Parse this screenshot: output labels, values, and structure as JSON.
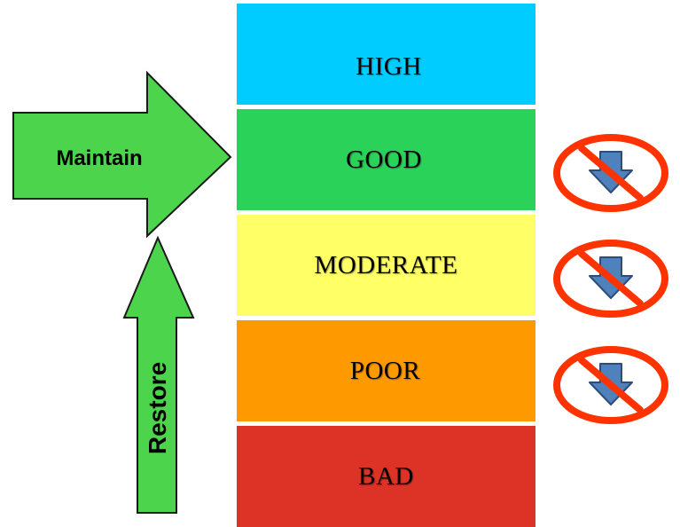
{
  "diagram": {
    "status_levels": [
      {
        "label": "HIGH",
        "color": "#00ccff"
      },
      {
        "label": "GOOD",
        "color": "#2ad25a"
      },
      {
        "label": "MODERATE",
        "color": "#ffff66"
      },
      {
        "label": "POOR",
        "color": "#ff9900"
      },
      {
        "label": "BAD",
        "color": "#dd3226"
      }
    ],
    "maintain_arrow": {
      "label": "Maintain",
      "color": "#4cd44c",
      "direction": "right"
    },
    "restore_arrow": {
      "label": "Restore",
      "color": "#4cd44c",
      "direction": "up"
    },
    "no_deterioration_icons": {
      "icon": "no-downgrade-icon",
      "ring_color": "#ff3300",
      "arrow_color": "#4f81bd",
      "applies_to": [
        "GOOD",
        "MODERATE",
        "POOR"
      ]
    }
  }
}
